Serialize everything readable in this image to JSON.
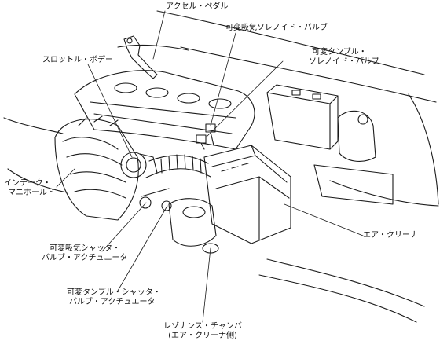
{
  "labels": {
    "accel_pedal": "アクセル・ペダル",
    "var_intake_solenoid": "可変吸気ソレノイド・バルブ",
    "var_tumble_solenoid_1": "可変タンブル・",
    "var_tumble_solenoid_2": "ソレノイド・バルブ",
    "throttle_body": "スロットル・ボデー",
    "intake_manifold_1": "インテーク・",
    "intake_manifold_2": "マニホールド",
    "air_cleaner": "エア・クリーナ",
    "var_intake_shutter_1": "可変吸気シャッタ・",
    "var_intake_shutter_2": "バルブ・アクチュエータ",
    "var_tumble_shutter_1": "可変タンブル・シャッタ・",
    "var_tumble_shutter_2": "バルブ・アクチュエータ",
    "resonance_chamber_1": "レゾナンス・チャンバ",
    "resonance_chamber_2": "(エア・クリーナ側)"
  }
}
